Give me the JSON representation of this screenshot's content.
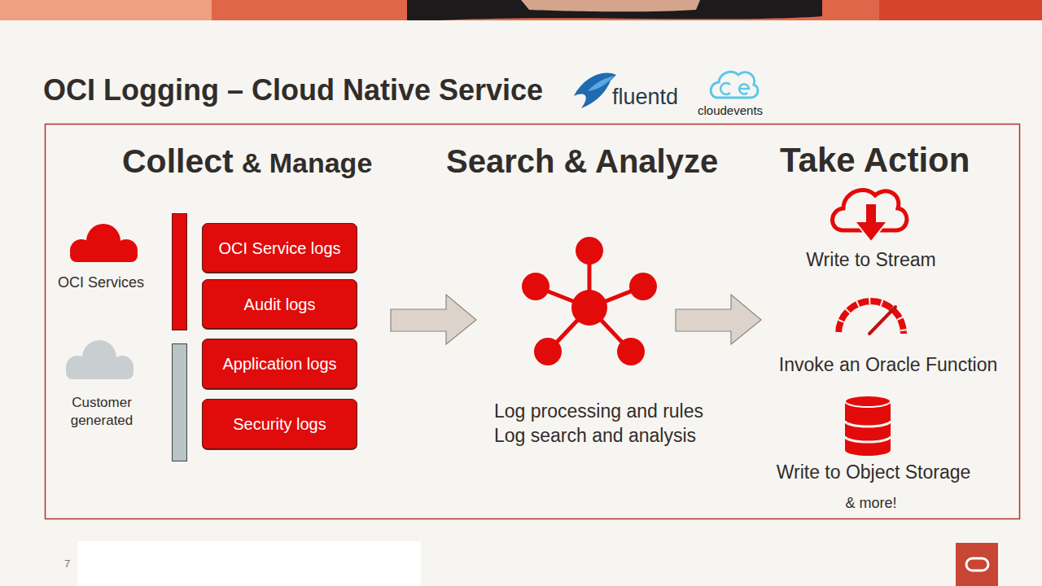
{
  "diagram": {
    "title": "OCI Logging – Cloud Native Service",
    "nodes": [
      {
        "text": [
          "OCI Service logs"
        ]
      },
      {
        "text": [
          "Audit logs"
        ]
      },
      {
        "text": [
          "Application logs"
        ]
      },
      {
        "text": [
          "Security logs"
        ]
      }
    ],
    "labels": [
      "fluentd",
      "cloudevents",
      "Collect",
      "& Manage",
      "Search & Analyze",
      "Take Action",
      "OCI Services",
      "Customer generated",
      "Log processing and rules",
      "Log search and analysis",
      "Write to Stream",
      "Invoke an Oracle Function",
      "Write to Object Storage",
      "& more!",
      "7"
    ]
  }
}
